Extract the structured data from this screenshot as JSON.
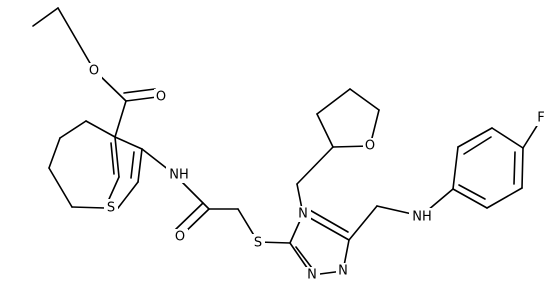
{
  "structure": {
    "atoms": {
      "o_ester": "O",
      "o_carbonyl": "O",
      "s_thiophene": "S",
      "n_amide": "NH",
      "o_amide": "O",
      "s_thioether": "S",
      "n_triazole_4": "N",
      "n_triazole_1": "N",
      "n_triazole_2": "N",
      "o_thf": "O",
      "n_amine": "NH",
      "fluorine": "F"
    }
  }
}
